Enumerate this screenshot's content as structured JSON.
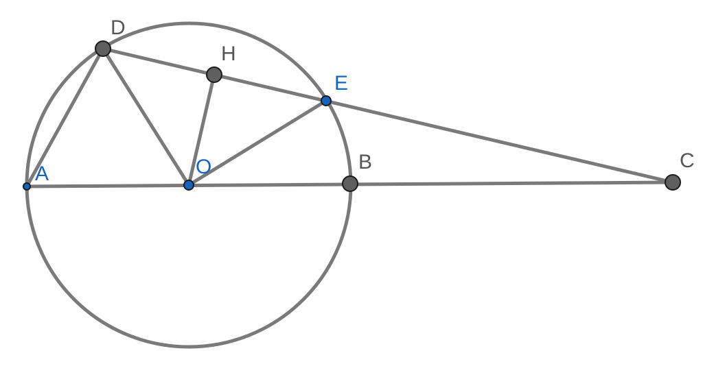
{
  "diagram": {
    "colors": {
      "line": "#7a7a7a",
      "point_gray": "#5f5f5f",
      "point_blue": "#1565c0",
      "label_gray": "#555555",
      "label_blue": "#1565c0",
      "background": "#ffffff"
    },
    "points": {
      "A": {
        "label": "A",
        "style": "blue"
      },
      "B": {
        "label": "B",
        "style": "gray"
      },
      "C": {
        "label": "C",
        "style": "gray"
      },
      "D": {
        "label": "D",
        "style": "gray"
      },
      "E": {
        "label": "E",
        "style": "blue"
      },
      "H": {
        "label": "H",
        "style": "gray"
      },
      "O": {
        "label": "O",
        "style": "blue"
      }
    },
    "segments": [
      [
        "A",
        "C"
      ],
      [
        "D",
        "C"
      ],
      [
        "A",
        "D"
      ],
      [
        "D",
        "O"
      ],
      [
        "O",
        "H"
      ],
      [
        "O",
        "E"
      ]
    ],
    "circle": {
      "center": "O",
      "through": "A"
    }
  }
}
